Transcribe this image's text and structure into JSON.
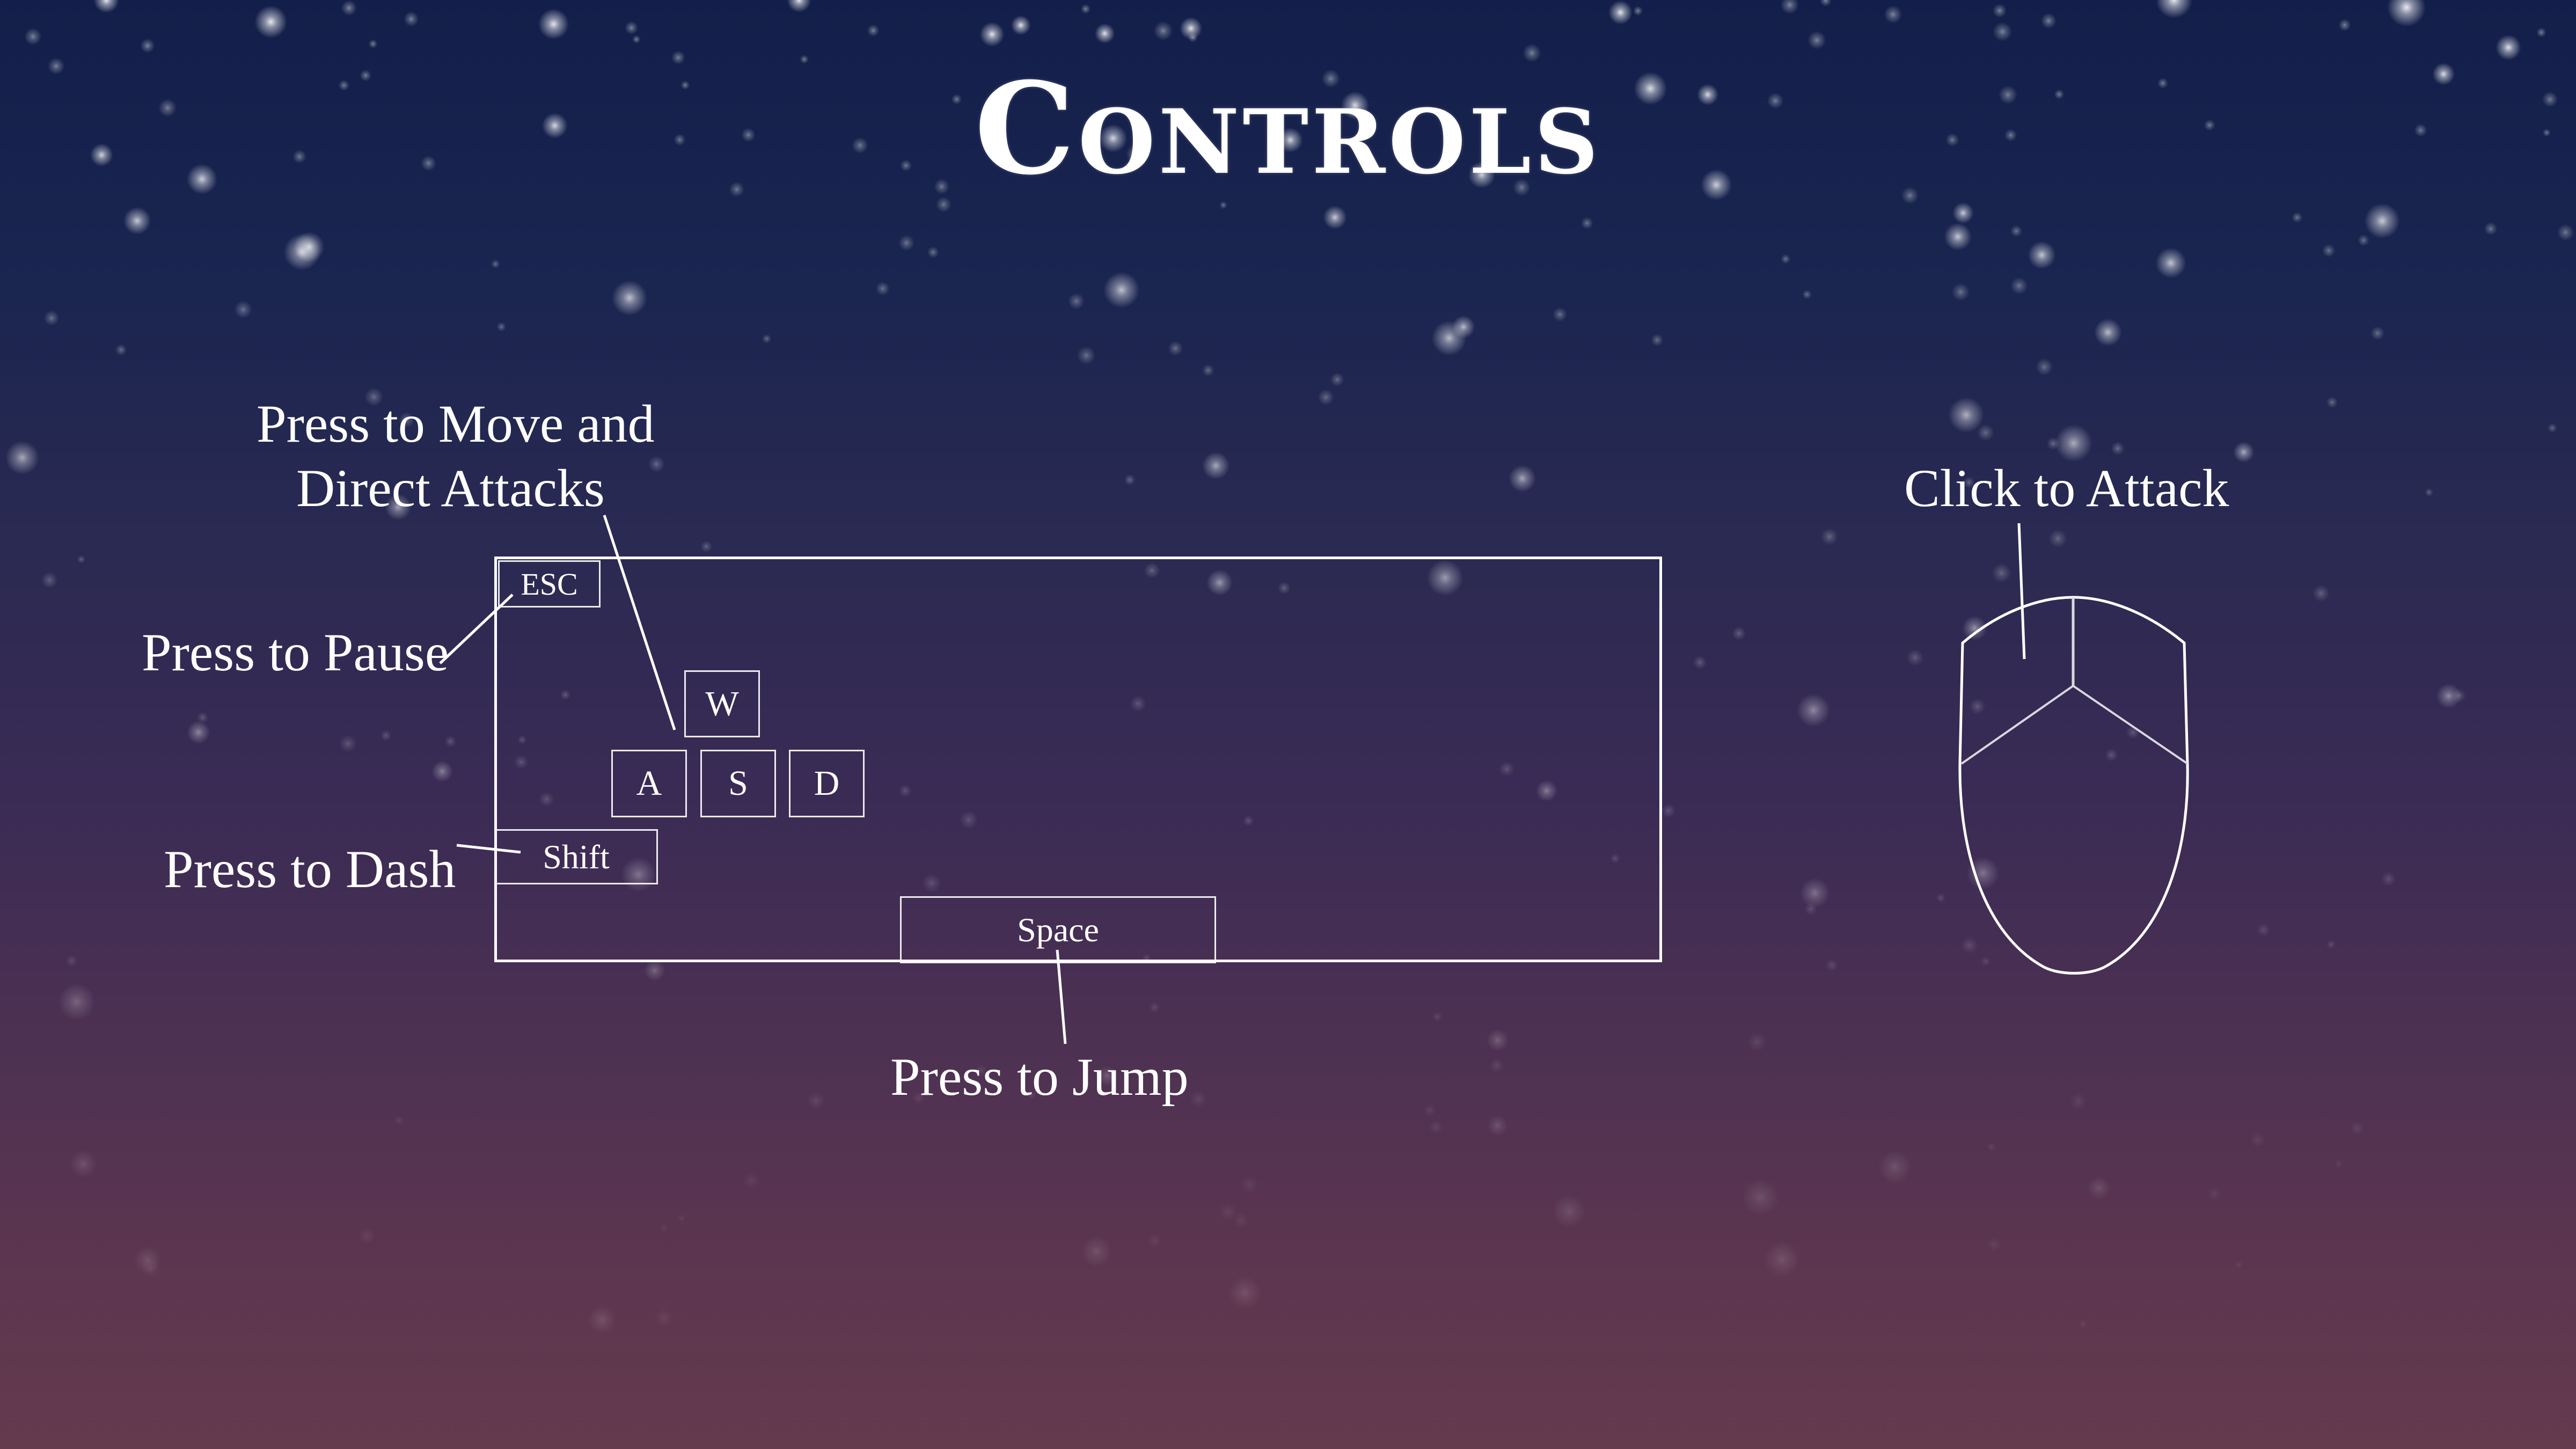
{
  "title": "Controls",
  "labels": {
    "move_line1": "Press to Move and",
    "move_line2": "Direct Attacks",
    "pause": "Press to Pause",
    "dash": "Press to Dash",
    "jump": "Press to Jump",
    "attack": "Click to Attack"
  },
  "keys": {
    "esc": "ESC",
    "w": "W",
    "a": "A",
    "s": "S",
    "d": "D",
    "shift": "Shift",
    "space": "Space"
  },
  "icons": {
    "mouse": "mouse-icon",
    "keyboard": "keyboard-icon"
  },
  "colors": {
    "sky_top": "#131f4a",
    "sky_bottom": "#643a4d",
    "text": "#ffffff"
  }
}
